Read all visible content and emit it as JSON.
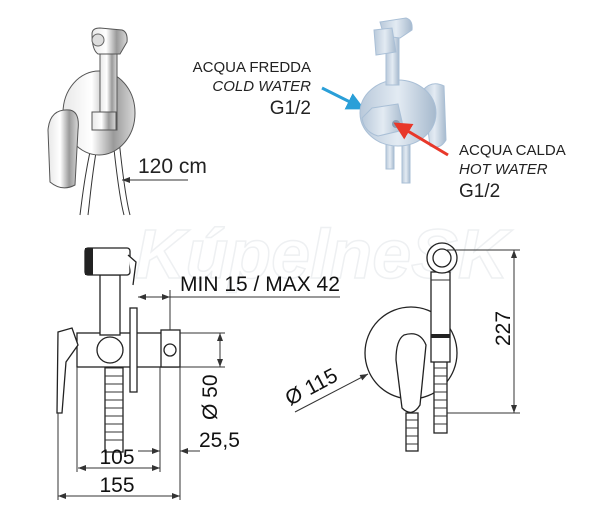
{
  "watermark": "KúpelneSK",
  "photo_labels": {
    "hose_length": "120 cm",
    "cold": {
      "it": "ACQUA FREDDA",
      "en": "COLD WATER",
      "thread": "G1/2",
      "arrow_color": "#2a9fd8"
    },
    "hot": {
      "it": "ACQUA CALDA",
      "en": "HOT WATER",
      "thread": "G1/2",
      "arrow_color": "#e8382a"
    }
  },
  "dimensions": {
    "wall_depth": "MIN 15 / MAX 42",
    "body_diameter": "Ø 50",
    "offset": "25,5",
    "width_inner": "105",
    "width_total": "155",
    "flange_diameter": "Ø 115",
    "height": "227"
  }
}
